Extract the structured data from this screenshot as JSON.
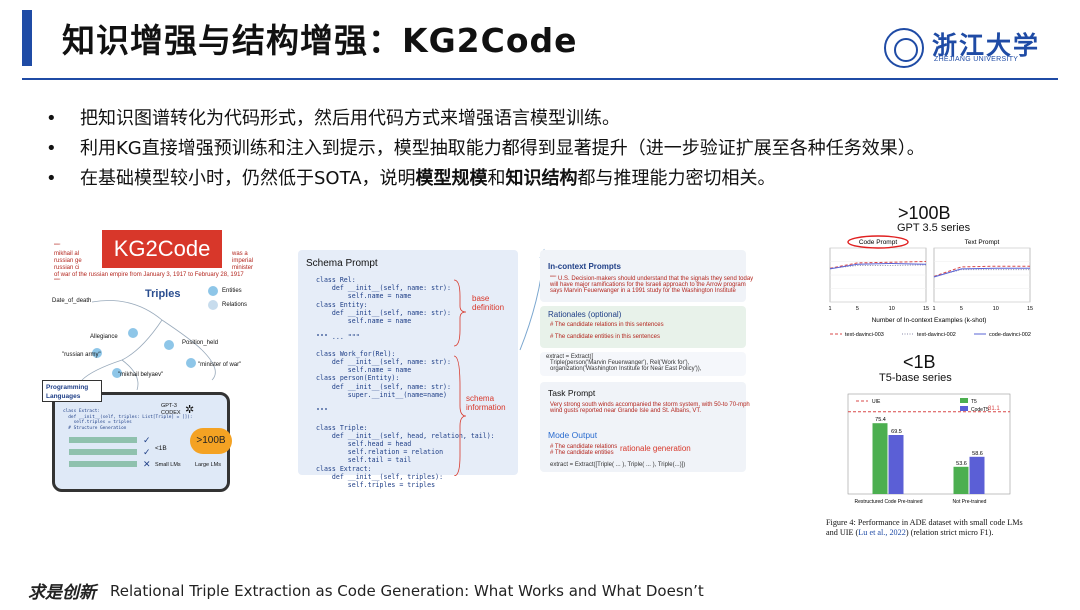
{
  "slide": {
    "title": "知识增强与结构增强：KG2Code",
    "logo_cn": "浙江大学",
    "logo_en": "ZHEJIANG UNIVERSITY",
    "bullets": [
      {
        "text": "把知识图谱转化为代码形式，然后用代码方式来增强语言模型训练。"
      },
      {
        "text": "利用KG直接增强预训练和注入到提示，模型抽取能力都得到显著提升（进一步验证扩展至各种任务效果）。"
      },
      {
        "pre": "在基础模型较小时，仍然低于SOTA，说明",
        "b1": "模型规模",
        "mid": "和",
        "b2": "知识结构",
        "post": "都与推理能力密切相关。"
      }
    ],
    "footer_sig": "求是创新",
    "footer_ref": "Relational Triple Extraction as Code Generation: What Works and What Doesn’t"
  },
  "left_figure": {
    "banner": "KG2Code",
    "triples_label": "Triples",
    "legend_entities": "Entities",
    "legend_relations": "Relations",
    "date_of_death": "Date_of_death",
    "allegiance": "Allegiance",
    "position_held": "Position_held",
    "russian_army": "\"russian army\"",
    "minister_of_war": "\"minister of war\"",
    "mikhail_belyaev": "\"mikhail belyaev\"",
    "source_line": "of war of the russian empire from January 3, 1917 to February 28, 1917",
    "pl_line1": "Programming",
    "pl_line2": "Languages",
    "gpt3": "GPT-3",
    "codex": "CODEX",
    "lt1b": "<1B",
    "gt100b": ">100B",
    "small_lms": "Small LMs",
    "large_lms": "Large LMs"
  },
  "mid_figure": {
    "schema_title": "Schema Prompt",
    "base_def": "base\ndefinition",
    "schema_info": "schema\ninformation",
    "code_top": "class Rel:\n    def __init__(self, name: str):\n        self.name = name\nclass Entity:\n    def __init__(self, name: str):\n        self.name = name\n\n\"\"\" ... \"\"\"\n\nclass Work_for(Rel):\n    def __init__(self, name: str):\n        self.name = name\nclass person(Entity):\n    def __init__(self, name: str):\n        super.__init__(name=name)\n\n\"\"\"\n\nclass Triple:\n    def __init__(self, head, relation, tail):\n        self.head = head\n        self.relation = relation\n        self.tail = tail\nclass Extract:\n    def __init__(self, triples):\n        self.triples = triples"
  },
  "right_figure": {
    "incontext": "In-context Prompts",
    "rationales": "Rationales (optional)",
    "task_prompt": "Task Prompt",
    "mode_output": "Mode Output",
    "rationale_gen": "rationale generation"
  },
  "charts": {
    "top_label": ">100B",
    "top_sub": "GPT 3.5 series",
    "bottom_label": "<1B",
    "bottom_sub": "T5-base series",
    "caption_pre": "Figure 4: Performance in ADE dataset with small code LMs and UIE (",
    "caption_cite": "Lu et al., 2022",
    "caption_post": ") (relation strict micro F1)."
  },
  "chart_data": [
    {
      "type": "line",
      "title": "",
      "panels": [
        "Code Prompt",
        "Text Prompt"
      ],
      "xlabel": "Number of In-context Examples (k-shot)",
      "x": [
        1,
        5,
        10,
        15
      ],
      "series": [
        {
          "name": "text-davinci-003",
          "code": [
            60,
            68,
            69,
            70
          ],
          "text": [
            48,
            62,
            63,
            63
          ]
        },
        {
          "name": "text-davinci-002",
          "code": [
            60,
            64,
            64,
            65
          ],
          "text": [
            48,
            58,
            58,
            58
          ]
        },
        {
          "name": "code-davinci-002",
          "code": [
            59,
            66,
            67,
            66
          ],
          "text": [
            47,
            59,
            60,
            60
          ]
        }
      ],
      "ylim": [
        10,
        90
      ],
      "colors": {
        "text-davinci-003": "#d94848",
        "text-davinci-002": "#8a8aa8",
        "code-davinci-002": "#5a64d6"
      }
    },
    {
      "type": "bar",
      "categories": [
        "Restructured Code Pre-trained",
        "Not Pre-trained"
      ],
      "series": [
        {
          "name": "T5",
          "values": [
            75.4,
            53.6
          ],
          "color": "#4caf50"
        },
        {
          "name": "CodeT5",
          "values": [
            69.5,
            58.6
          ],
          "color": "#5b5fd6"
        }
      ],
      "reference": {
        "name": "UIE",
        "value": 81.1,
        "color": "#d94848"
      },
      "ylim": [
        40,
        90
      ],
      "data_labels": [
        "75.4",
        "69.5",
        "53.6",
        "58.6",
        "81.1"
      ]
    }
  ]
}
